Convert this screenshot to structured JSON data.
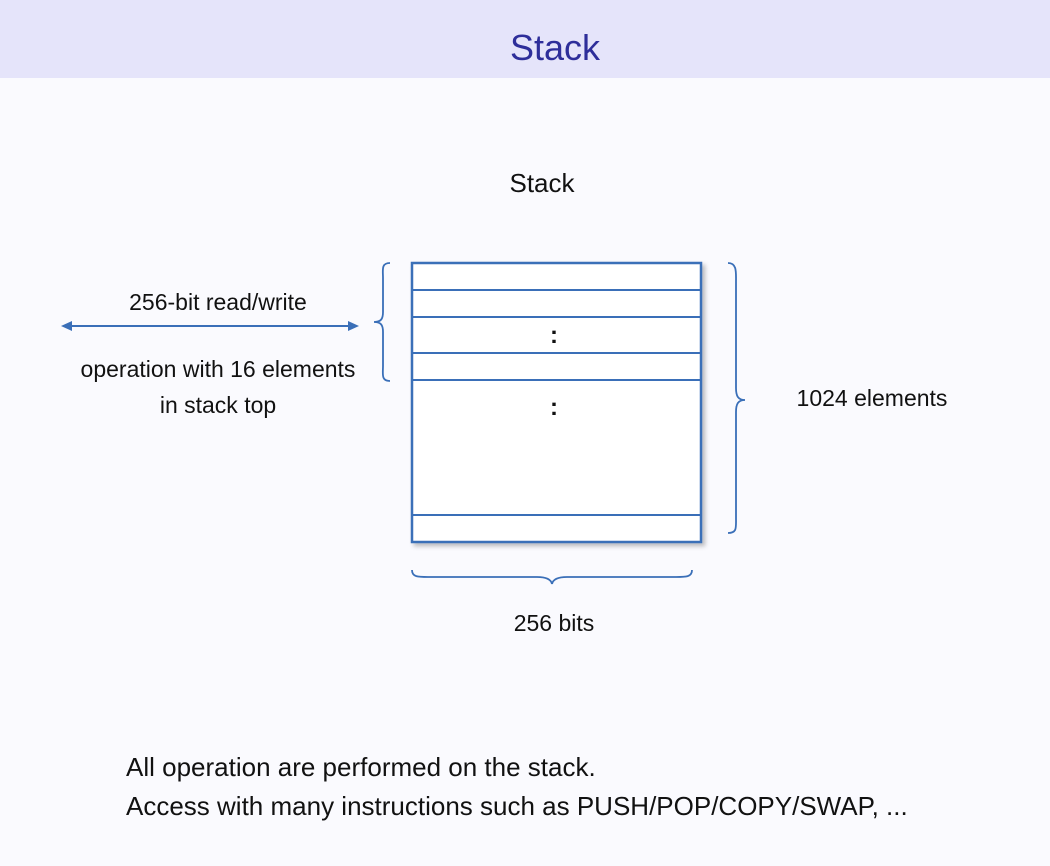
{
  "slide": {
    "title": "Stack"
  },
  "diagram": {
    "title": "Stack",
    "rw_label": "256-bit read/write",
    "op_label_line1": "operation with 16 elements",
    "op_label_line2": "in stack top",
    "count_label": "1024 elements",
    "width_label": "256 bits",
    "ellipsis_top": ":",
    "ellipsis_middle": ":"
  },
  "notes": {
    "line1": "All operation are performed on the stack.",
    "line2": "Access with many instructions such as PUSH/POP/COPY/SWAP, ..."
  },
  "colors": {
    "title_bar": "#e5e4fa",
    "title_text": "#2e2e9a",
    "stroke": "#3a6fb8",
    "background": "#fafafe"
  }
}
